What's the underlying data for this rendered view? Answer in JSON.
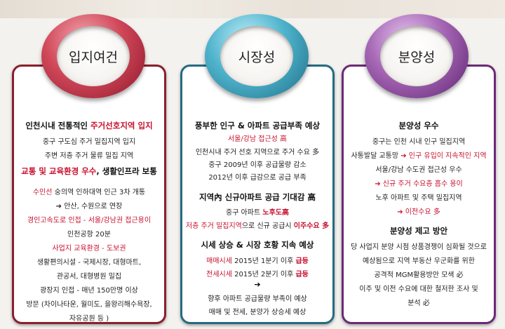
{
  "col1": {
    "title": "입지여건",
    "l1a": "인천시내 전통적인 ",
    "l1b": "주거선호지역 입지",
    "l2": "중구 구도심 주거 밀집지역 입지",
    "l3": "주변 저층 주거 물류 밀집 지역",
    "l4a": "교통 및 교육환경 우수",
    "l4b": ", 생활인프라 보통",
    "l5a": "수인선",
    "l5b": " 숭의역 인하대역 인근 3차 개통",
    "l6": "➔ 안산, 수원으로 연장",
    "l7": "경인고속도로 인접 - 서울/강남권 접근용이",
    "l8": "인천공항 20분",
    "l9": "사업지 교육환경 - 도보권",
    "l10": "생활편의시설 - 국제시장, 대형마트,",
    "l11": "관공서, 대형병원 밀집",
    "l12": "광장지 인접 - 매년 150만명 이상",
    "l13": "방문 (차이나타운, 월미도, 을왕리해수욕장,",
    "l14": "자유공원 등 )"
  },
  "col2": {
    "title": "시장성",
    "l1": "풍부한 인구 & 아파트 공급부족 예상",
    "l2": "서울/강남 접근성 高",
    "l3": "인천시내 주거 선호 지역으로 주거 수요 多",
    "l4": "중구 2009년 이후 공급물량 감소",
    "l5": "2012년 이후 급감으로 공급 부족",
    "l6": "지역內 신규아파트 공급 기대감 高",
    "l7a": "중구 아파트 ",
    "l7b": "노후도高",
    "l8a": "저층 주거 밀집지역",
    "l8b": "으로 신규 공급시 ",
    "l8c": "이주수요 多",
    "l9": "시세 상승 & 시장 호황 지속 예상",
    "l10a": "매매시세",
    "l10b": " 2015년 1분기 이후 ",
    "l10c": "급등",
    "l11a": "전세시세",
    "l11b": " 2015년 2분기 이후 ",
    "l11c": "급등",
    "l12": "➔",
    "l13": "향후 아파트 공급물량 부족이 예상",
    "l14": "매매 및 전세, 분양가 상승세 예상"
  },
  "col3": {
    "title": "분양성",
    "l1": "분양성 우수",
    "l2": "중구는 인천 시내 인구 밀집지역",
    "l3a": "사통발달 교통망 ",
    "l3b": "➔ 인구 유입이 지속적인 지역",
    "l4": "서울/강남 수도권 접근성 우수",
    "l5": "➔ 신규 주거 수요층 흡수 용이",
    "l6": "노후 아파트 및 주택 밀집지역",
    "l7": "➔ 이전수요 多",
    "l8": "분양성 제고 방안",
    "l9": "당 사업지 분양 시점 상품경쟁이 심화될 것으로",
    "l10": "예상됨으로 지역 부동산 우군화를 위한",
    "l11": "공격적 MGM활용방안 모색 必",
    "l12": "이주 및 이전 수요에 대한 철저한 조사 및",
    "l13": "분석 必"
  },
  "colors": {
    "col1": "#8a1f2e",
    "col2": "#256b82",
    "col3": "#6b2a78",
    "accent": "#c8102e"
  }
}
